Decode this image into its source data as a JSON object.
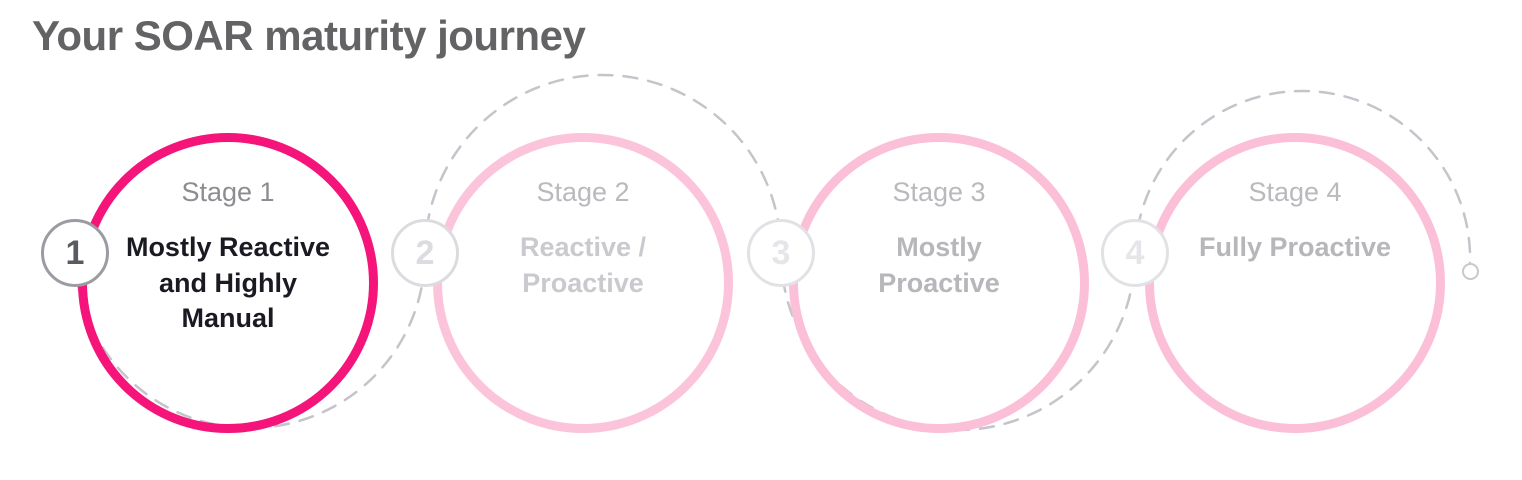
{
  "header": {
    "title": "Your SOAR maturity journey"
  },
  "colors": {
    "title_gray": "#636366",
    "active_ring": "#F5147A",
    "inactive_ring": "#FBC4DA",
    "active_text": "#1A1A22",
    "inactive_text": "#C9C9CE",
    "label_gray": "#8C8C92",
    "badge_border": "#9B9BA1",
    "track_dashed": "#C4C4CA",
    "background": "#FFFFFF"
  },
  "track": {
    "style": "dashed",
    "end_marker": "end-dot"
  },
  "stages": [
    {
      "badge": "1",
      "label": "Stage 1",
      "title": "Mostly Reactive and Highly Manual",
      "state": "active"
    },
    {
      "badge": "2",
      "label": "Stage 2",
      "title": "Reactive / Proactive",
      "state": "inactive"
    },
    {
      "badge": "3",
      "label": "Stage 3",
      "title": "Mostly Proactive",
      "state": "inactive"
    },
    {
      "badge": "4",
      "label": "Stage 4",
      "title": "Fully Proactive",
      "state": "inactive"
    }
  ]
}
